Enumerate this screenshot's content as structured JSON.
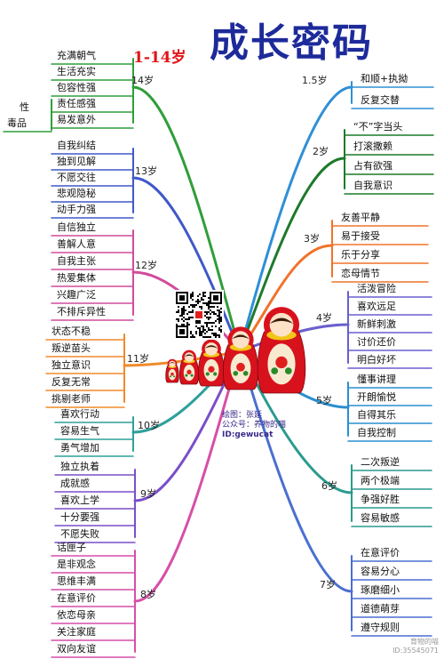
{
  "title": {
    "chinese": "成长密码",
    "range": "1-14岁"
  },
  "credits": {
    "draw": "绘图：张延",
    "account": "公众号：养物的喵",
    "id": "ID:gewucat"
  },
  "watermark": {
    "name": "育物的喵",
    "id": "ID:35545071"
  },
  "branches_left": [
    {
      "age": "14岁",
      "items": [
        "充满朝气",
        "生活充实",
        "包容性强",
        "责任感强",
        "易发意外"
      ],
      "extra": [
        "性",
        "毒品"
      ]
    },
    {
      "age": "13岁",
      "items": [
        "自我纠结",
        "独到见解",
        "不愿交往",
        "悲观隐秘",
        "动手力强"
      ]
    },
    {
      "age": "12岁",
      "items": [
        "自信独立",
        "善解人意",
        "自我主张",
        "热爱集体",
        "兴趣广泛",
        "不排斥异性"
      ]
    },
    {
      "age": "11岁",
      "items": [
        "状态不稳",
        "叛逆苗头",
        "独立意识",
        "反复无常",
        "挑剔老师"
      ]
    },
    {
      "age": "10岁",
      "items": [
        "喜欢行动",
        "容易生气",
        "勇气增加"
      ]
    },
    {
      "age": "9岁",
      "items": [
        "独立执着",
        "成就感",
        "喜欢上学",
        "十分要强",
        "不愿失败"
      ]
    },
    {
      "age": "8岁",
      "items": [
        "话匣子",
        "是非观念",
        "思维丰满",
        "在意评价",
        "依恋母亲",
        "关注家庭",
        "双向友谊"
      ]
    }
  ],
  "branches_right": [
    {
      "age": "1.5岁",
      "items": [
        "和顺+执拗",
        "反复交替"
      ]
    },
    {
      "age": "2岁",
      "items": [
        "“不”字当头",
        "打滚撒赖",
        "占有欲强",
        "自我意识"
      ]
    },
    {
      "age": "3岁",
      "items": [
        "友善平静",
        "易于接受",
        "乐于分享",
        "恋母情节"
      ]
    },
    {
      "age": "4岁",
      "items": [
        "活泼冒险",
        "喜欢远足",
        "新鲜刺激",
        "讨价还价",
        "明白好坏"
      ]
    },
    {
      "age": "5岁",
      "items": [
        "懂事讲理",
        "开朗愉悦",
        "自得其乐",
        "自我控制"
      ]
    },
    {
      "age": "6岁",
      "items": [
        "二次叛逆",
        "两个极端",
        "争强好胜",
        "容易敏感"
      ]
    },
    {
      "age": "7岁",
      "items": [
        "在意评价",
        "容易分心",
        "琢磨细小",
        "道德萌芽",
        "遵守规则"
      ]
    }
  ]
}
